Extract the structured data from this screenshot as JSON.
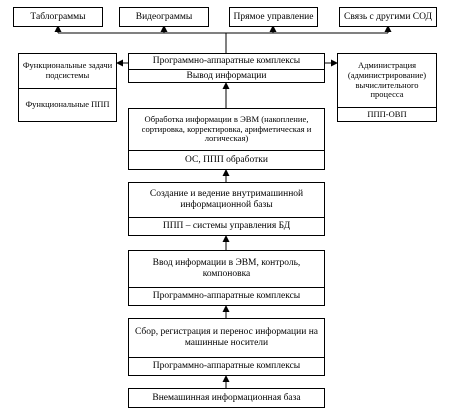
{
  "top_row": {
    "tables": "Таблограммы",
    "video": "Видеограммы",
    "direct": "Прямое управление",
    "links": "Связь с другими СОД"
  },
  "left_panel": {
    "top": "Функциональные задачи подсистемы",
    "bottom": "Функциональные ППП"
  },
  "right_panel": {
    "top": "Администрация (администрирование) вычислительного процесса",
    "bottom": "ППП-ОВП"
  },
  "stack": {
    "output_hw": "Программно-аппаратные комплексы",
    "output": "Вывод информации",
    "processing": "Обработка информации в ЭВМ (накопление, сортировка, корректировка, арифметическая и логическая)",
    "processing_sw": "ОС, ППП обработки",
    "db_create": "Создание и ведение внутримашинной информационной базы",
    "db_sw": "ППП – системы управления БД",
    "input": "Ввод информации в ЭВМ, контроль, компоновка",
    "input_hw": "Программно-аппаратные комплексы",
    "collect": "Сбор, регистрация и перенос информации на машинные носители",
    "collect_hw": "Программно-аппаратные комплексы",
    "external_base": "Внемашинная информационная база"
  }
}
